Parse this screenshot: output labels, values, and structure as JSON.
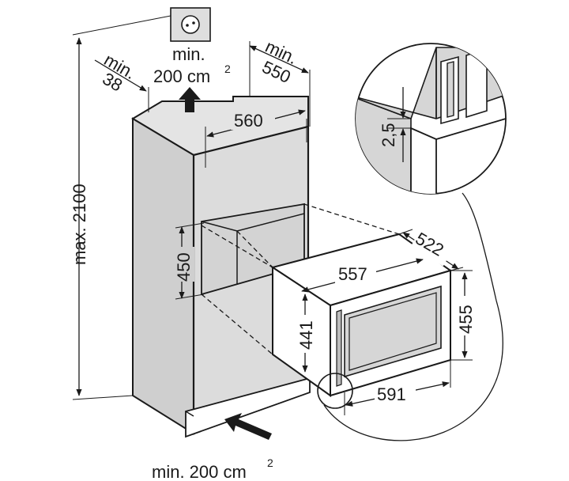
{
  "labels": {
    "min_38_a": "min.",
    "min_38_b": "38",
    "top_vent_a": "min.",
    "top_vent_b": "200 cm",
    "top_vent_sup": "2",
    "min_550_a": "min.",
    "min_550_b": "550",
    "width_560": "560",
    "height_2100": "max. 2100",
    "niche_450": "450",
    "depth_522": "522",
    "width_557": "557",
    "height_455": "455",
    "height_441": "441",
    "width_591": "591",
    "gap_25": "2,5",
    "bottom_vent": "min. 200 cm",
    "bottom_vent_sup": "2"
  },
  "icons": [
    "socket-icon",
    "airflow-arrow-up-icon",
    "airflow-arrow-in-icon"
  ]
}
